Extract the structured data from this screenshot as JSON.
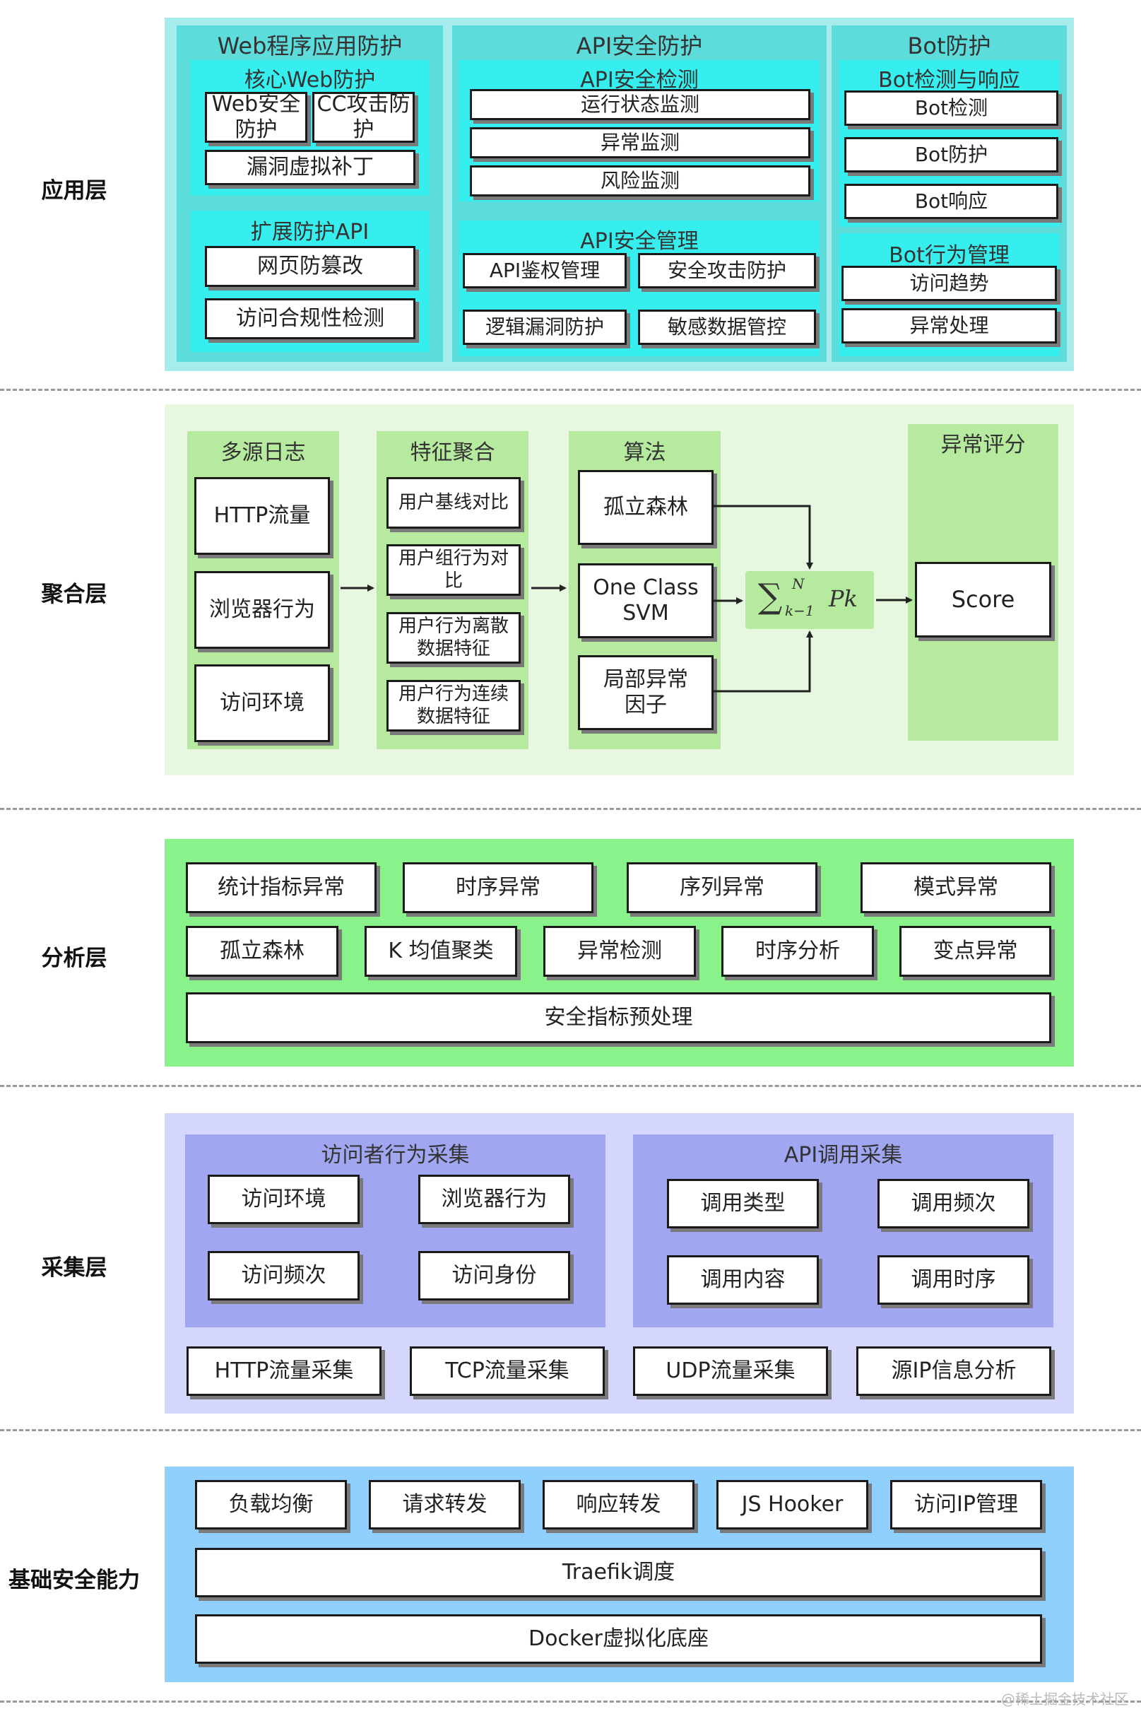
{
  "layers": {
    "app": "应用层",
    "agg": "聚合层",
    "analysis": "分析层",
    "collect": "采集层",
    "base": "基础安全能力"
  },
  "app": {
    "web": {
      "title": "Web程序应用防护",
      "core": {
        "title": "核心Web防护",
        "web_safe": "Web安全防护",
        "cc": "CC攻击防护",
        "vuln": "漏洞虚拟补丁"
      },
      "ext": {
        "title": "扩展防护API",
        "tamper": "网页防篡改",
        "compliance": "访问合规性检测"
      }
    },
    "api": {
      "title": "API安全防护",
      "detect": {
        "title": "API安全检测",
        "items": [
          "运行状态监测",
          "异常监测",
          "风险监测"
        ]
      },
      "manage": {
        "title": "API安全管理",
        "items": [
          "API鉴权管理",
          "安全攻击防护",
          "逻辑漏洞防护",
          "敏感数据管控"
        ]
      }
    },
    "bot": {
      "title": "Bot防护",
      "detect": {
        "title": "Bot检测与响应",
        "items": [
          "Bot检测",
          "Bot防护",
          "Bot响应"
        ]
      },
      "behavior": {
        "title": "Bot行为管理",
        "items": [
          "访问趋势",
          "异常处理"
        ]
      }
    }
  },
  "agg": {
    "logs": {
      "title": "多源日志",
      "items": [
        "HTTP流量",
        "浏览器行为",
        "访问环境"
      ]
    },
    "features": {
      "title": "特征聚合",
      "items": [
        "用户基线对比",
        "用户组行为对比",
        "用户行为离散数据特征",
        "用户行为连续数据特征"
      ]
    },
    "algo": {
      "title": "算法",
      "items": [
        "孤立森林",
        "One Class SVM",
        "局部异常因子"
      ]
    },
    "formula": {
      "sum": "∑",
      "sup": "N",
      "sub": "k−1",
      "term": "Pk"
    },
    "score": {
      "title": "异常评分",
      "value": "Score"
    }
  },
  "analysis": {
    "row1": [
      "统计指标异常",
      "时序异常",
      "序列异常",
      "模式异常"
    ],
    "row2": [
      "孤立森林",
      "K 均值聚类",
      "异常检测",
      "时序分析",
      "变点异常"
    ],
    "pre": "安全指标预处理"
  },
  "collect": {
    "visitor": {
      "title": "访问者行为采集",
      "items": [
        "访问环境",
        "浏览器行为",
        "访问频次",
        "访问身份"
      ]
    },
    "api": {
      "title": "API调用采集",
      "items": [
        "调用类型",
        "调用频次",
        "调用内容",
        "调用时序"
      ]
    },
    "bottom": [
      "HTTP流量采集",
      "TCP流量采集",
      "UDP流量采集",
      "源IP信息分析"
    ]
  },
  "base": {
    "row": [
      "负载均衡",
      "请求转发",
      "响应转发",
      "JS Hooker",
      "访问IP管理"
    ],
    "traefik": "Traefik调度",
    "docker": "Docker虚拟化底座"
  },
  "watermark": "@稀土掘金技术社区",
  "colors": {
    "app_outer": "#a6ecec",
    "app_inner": "#5ddcdc",
    "app_box": "#37eeee",
    "agg_outer": "#e8f7e0",
    "agg_col": "#b6ea9e",
    "analysis": "#8af28a",
    "collect_outer": "#d4d6fb",
    "collect_inner": "#a0a6f0",
    "base": "#8fd0ff"
  }
}
